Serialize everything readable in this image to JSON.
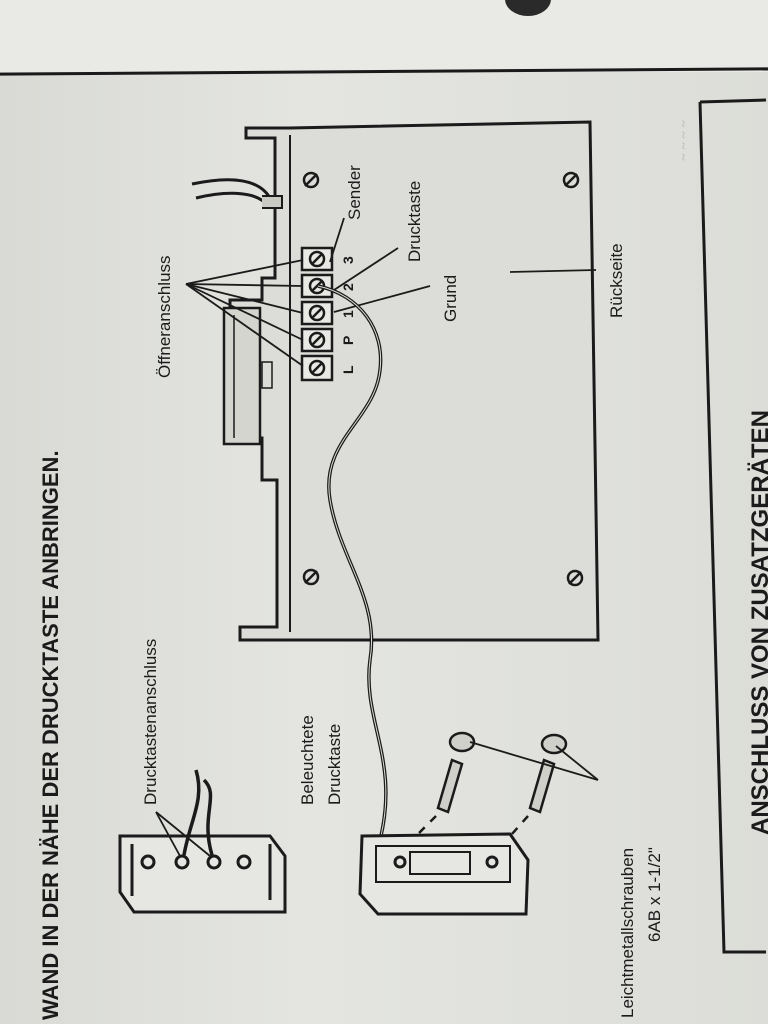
{
  "heading": "WAND IN DER NÄHE DER DRUCKTASTE ANBRINGEN.",
  "section_heading": "ANSCHLUSS VON ZUSATZGERÄTEN",
  "labels": {
    "drucktastenanschluss": "Drucktastenanschluss",
    "beleuchtete": "Beleuchtete",
    "drucktaste_lower": "Drucktaste",
    "leichtmetallschrauben": "Leichtmetallschrauben",
    "screw_size": "6AB x 1-1/2\"",
    "oeffneranschluss": "Öffneranschluss",
    "sender": "Sender",
    "drucktaste": "Drucktaste",
    "grund": "Grund",
    "rueckseite": "Rückseite",
    "terminal_l": "L",
    "terminal_p": "P",
    "terminal_1": "1",
    "terminal_2": "2",
    "terminal_3": "3"
  }
}
